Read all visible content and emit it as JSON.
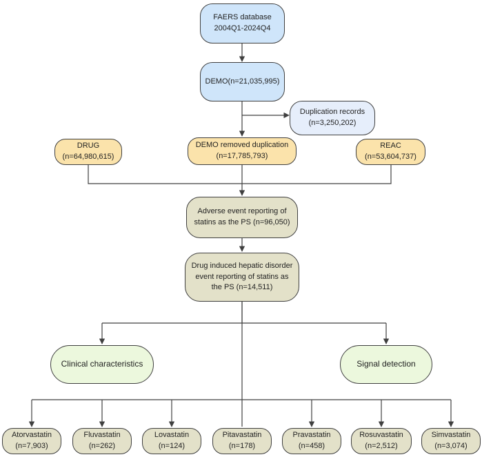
{
  "nodes": {
    "faers": {
      "line1": "FAERS database",
      "line2": "2004Q1-2024Q4"
    },
    "demo": {
      "line1": "DEMO(n=21,035,995)"
    },
    "duplication": {
      "line1": "Duplication records",
      "line2": "(n=3,250,202)"
    },
    "drug": {
      "line1": "DRUG",
      "line2": "(n=64,980,615)"
    },
    "demo_removed": {
      "line1": "DEMO removed duplication",
      "line2": "(n=17,785,793)"
    },
    "reac": {
      "line1": "REAC",
      "line2": "(n=53,604,737)"
    },
    "adverse": {
      "line1": "Adverse event reporting of",
      "line2": "statins as the PS (n=96,050)"
    },
    "hepatic": {
      "line1": "Drug induced hepatic disorder",
      "line2": "event  reporting of statins as",
      "line3": "the PS (n=14,511)"
    },
    "clinical": {
      "line1": "Clinical characteristics"
    },
    "signal": {
      "line1": "Signal detection"
    }
  },
  "drugs": [
    {
      "name": "Atorvastatin",
      "count": "(n=7,903)"
    },
    {
      "name": "Fluvastatin",
      "count": "(n=262)"
    },
    {
      "name": "Lovastatin",
      "count": "(n=124)"
    },
    {
      "name": "Pitavastatin",
      "count": "(n=178)"
    },
    {
      "name": "Pravastatin",
      "count": "(n=458)"
    },
    {
      "name": "Rosuvastatin",
      "count": "(n=2,512)"
    },
    {
      "name": "Simvastatin",
      "count": "(n=3,074)"
    }
  ],
  "colors": {
    "database": "#cfe5fa",
    "duplication": "#e6eefb",
    "source_tables": "#fbe3ab",
    "reports": "#e3e1c9",
    "analysis": "#ecf8dd",
    "lines": "#3f3f3f"
  }
}
